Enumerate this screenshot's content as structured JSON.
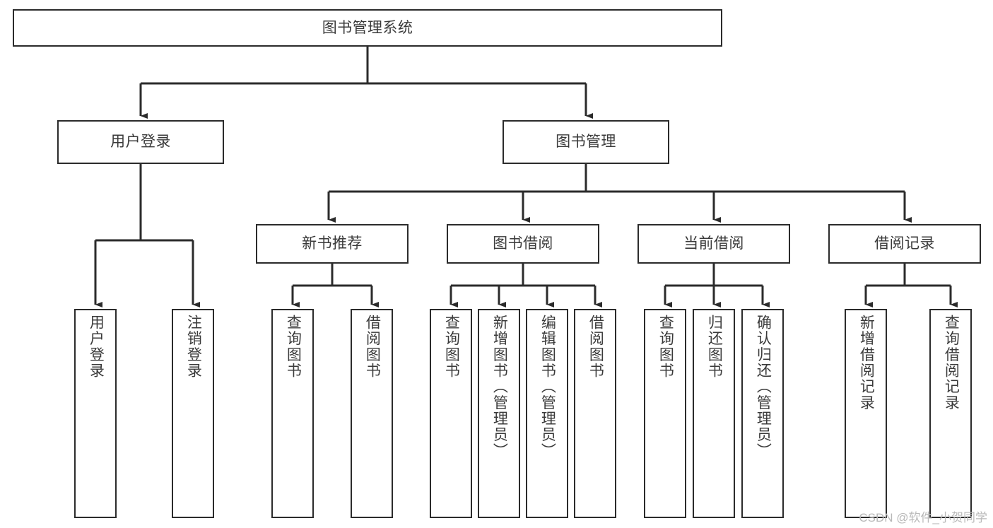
{
  "diagram": {
    "title": "图书管理系统",
    "type": "tree-hierarchy-diagram",
    "colors": {
      "box_border": "#2b2b2b",
      "box_fill": "#ffffff",
      "text": "#3a3a3a",
      "edge": "#2b2b2b",
      "watermark": "#b9b9b9"
    },
    "nodes": {
      "root": {
        "label": "图书管理系统"
      },
      "level2": [
        {
          "id": "user-login",
          "label": "用户登录"
        },
        {
          "id": "book-management",
          "label": "图书管理"
        }
      ],
      "level3": [
        {
          "id": "new-book-recommend",
          "label": "新书推荐"
        },
        {
          "id": "book-borrow",
          "label": "图书借阅"
        },
        {
          "id": "current-borrow",
          "label": "当前借阅"
        },
        {
          "id": "borrow-record",
          "label": "借阅记录"
        }
      ],
      "leaves": [
        {
          "id": "leaf-user-login",
          "label": "用户登录",
          "parent": "user-login"
        },
        {
          "id": "leaf-logout-login",
          "label": "注销登录",
          "parent": "user-login"
        },
        {
          "id": "leaf-query-book-1",
          "label": "查询图书",
          "parent": "new-book-recommend"
        },
        {
          "id": "leaf-borrow-book-1",
          "label": "借阅图书",
          "parent": "new-book-recommend"
        },
        {
          "id": "leaf-query-book-2",
          "label": "查询图书",
          "parent": "book-borrow"
        },
        {
          "id": "leaf-add-book",
          "label": "新增图书（管理员）",
          "parent": "book-borrow"
        },
        {
          "id": "leaf-edit-book",
          "label": "编辑图书（管理员）",
          "parent": "book-borrow"
        },
        {
          "id": "leaf-borrow-book-2",
          "label": "借阅图书",
          "parent": "book-borrow"
        },
        {
          "id": "leaf-query-book-3",
          "label": "查询图书",
          "parent": "current-borrow"
        },
        {
          "id": "leaf-return-book",
          "label": "归还图书",
          "parent": "current-borrow"
        },
        {
          "id": "leaf-confirm-return",
          "label": "确认归还（管理员）",
          "parent": "current-borrow"
        },
        {
          "id": "leaf-add-record",
          "label": "新增借阅记录",
          "parent": "borrow-record"
        },
        {
          "id": "leaf-query-record",
          "label": "查询借阅记录",
          "parent": "borrow-record"
        }
      ]
    },
    "watermark": "CSDN @软件_小贺同学"
  }
}
